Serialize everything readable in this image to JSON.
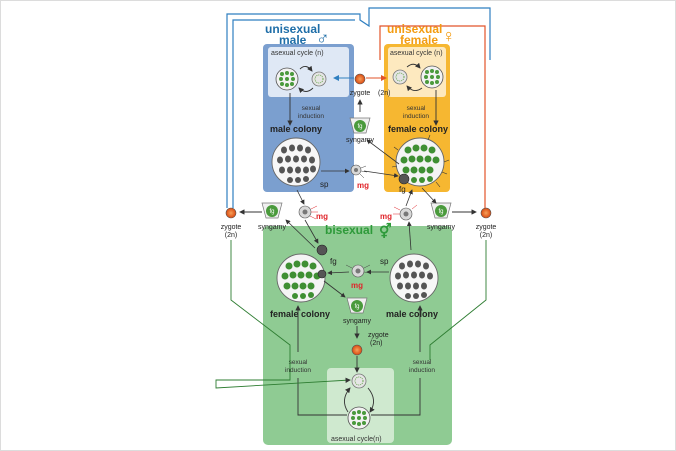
{
  "panels": {
    "male": {
      "title_line1": "unisexual",
      "title_line2": "male",
      "symbol": "♂",
      "cycle": "asexual cycle (n)",
      "induction_line1": "sexual",
      "induction_line2": "induction",
      "colony": "male colony"
    },
    "female": {
      "title_line1": "unisexual",
      "title_line2": "female",
      "symbol": "♀",
      "cycle": "asexual cycle (n)",
      "induction_line1": "sexual",
      "induction_line2": "induction",
      "colony": "female colony"
    },
    "bisexual": {
      "title": "bisexual",
      "symbol": "⚥",
      "female_colony": "female colony",
      "male_colony": "male colony",
      "cycle": "asexual cycle(n)"
    }
  },
  "labels": {
    "zygote_line1": "zygote",
    "zygote_line2": "(2n)",
    "syngamy": "syngamy",
    "fg": "fg",
    "sp": "sp",
    "mg": "mg",
    "sexual": "sexual",
    "induction": "induction"
  },
  "colors": {
    "male_panel": "#7b9fcf",
    "male_cycle_box": "#dfe8f5",
    "female_panel": "#f6b731",
    "female_cycle_box": "#fde9bf",
    "bisexual_panel": "#8fcb93",
    "bisexual_cycle_box": "#cfe9cf",
    "male_accent": "#1f6ea8",
    "female_accent": "#f39c12",
    "bisexual_accent": "#2e9a3a",
    "mg_red": "#e0242a",
    "zygote": "#e8601c"
  }
}
